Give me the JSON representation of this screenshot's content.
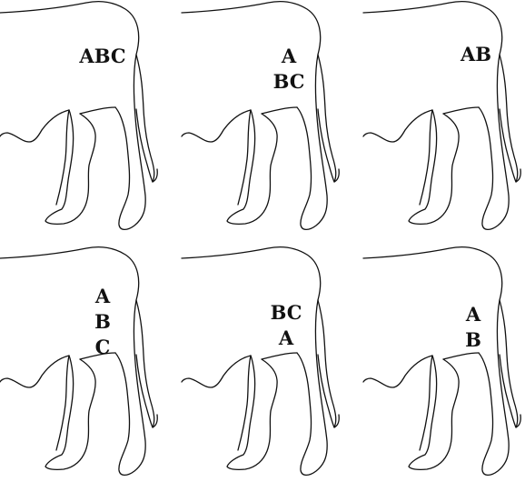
{
  "panels": [
    {
      "lines": [
        "ABC"
      ]
    },
    {
      "lines": [
        "A",
        "BC"
      ]
    },
    {
      "lines": [
        "AB"
      ]
    },
    {
      "lines": [
        "A",
        "B",
        "C"
      ]
    },
    {
      "lines": [
        "BC",
        "A"
      ]
    },
    {
      "lines": [
        "A",
        "B"
      ]
    }
  ]
}
